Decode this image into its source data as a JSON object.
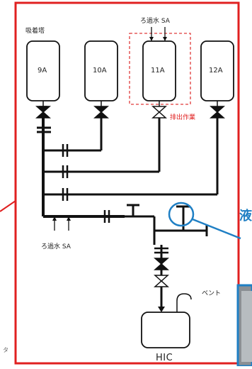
{
  "diagram": {
    "tower_label": "吸着塔",
    "tanks": [
      "9A",
      "10A",
      "11A",
      "12A"
    ],
    "top_inputs": "ろ過水  SA",
    "bottom_inputs": "ろ過水  SA",
    "work_label": "排出作業",
    "vent_label": "ベント",
    "hic_label": "HIC",
    "callout_text": "液",
    "footnote": "タ"
  },
  "colors": {
    "frame": "#e02020",
    "dashed_box": "#e03a3a",
    "pipe": "#111111",
    "highlight": "#1f7fc4"
  }
}
